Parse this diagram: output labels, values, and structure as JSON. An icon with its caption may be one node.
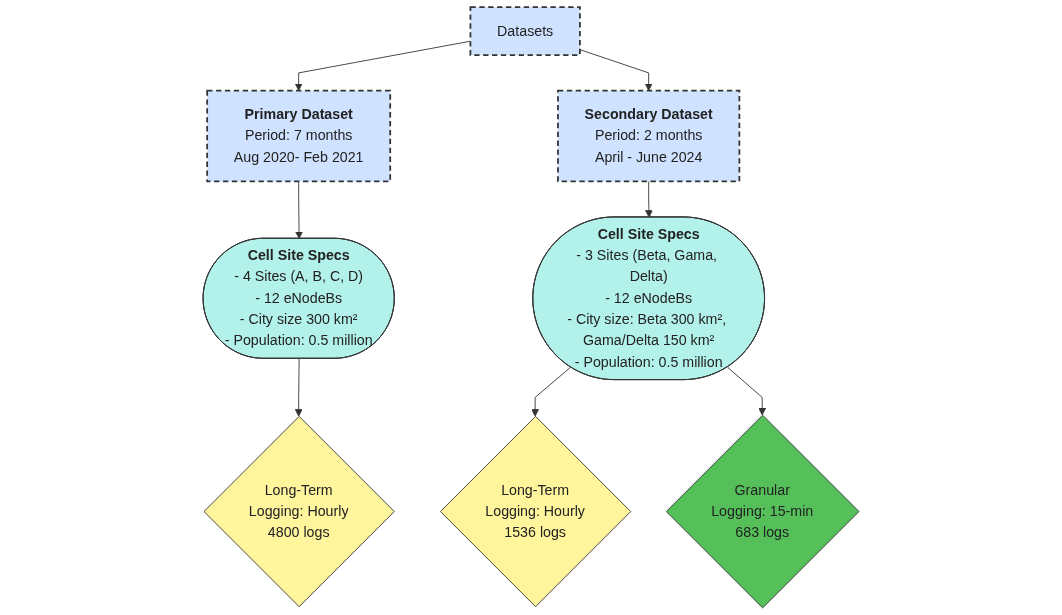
{
  "diagram": {
    "nodes": [
      {
        "text": [
          "Datasets"
        ]
      },
      {
        "text": [
          "Primary Dataset",
          "Period: 7 months",
          "Aug 2020- Feb 2021"
        ]
      },
      {
        "text": [
          "Secondary Dataset",
          "Period: 2 months",
          "April - June 2024"
        ]
      },
      {
        "text": [
          "Cell Site Specs",
          "- 4 Sites (A, B, C, D)",
          "- 12 eNodeBs",
          "- City size 300 km²",
          "- Population: 0.5 million"
        ]
      },
      {
        "text": [
          "Cell Site Specs",
          "- 3 Sites (Beta, Gama, Delta)",
          "- 12 eNodeBs",
          "- City size: Beta 300 km², Gama/Delta 150 km²",
          "- Population: 0.5 million"
        ]
      },
      {
        "text": [
          "Long-Term",
          "Logging: Hourly",
          "4800 logs"
        ]
      },
      {
        "text": [
          "Long-Term",
          "Logging: Hourly",
          "1536 logs"
        ]
      },
      {
        "text": [
          "Granular",
          "Logging: 15-min",
          "683 logs"
        ]
      }
    ],
    "edges": [
      {
        "from": 0,
        "to": 1,
        "arrow": "to"
      },
      {
        "from": 0,
        "to": 2,
        "arrow": "to"
      },
      {
        "from": 1,
        "to": 3,
        "arrow": "to"
      },
      {
        "from": 2,
        "to": 4,
        "arrow": "to"
      },
      {
        "from": 3,
        "to": 5,
        "arrow": "to"
      },
      {
        "from": 4,
        "to": 6,
        "arrow": "to"
      },
      {
        "from": 4,
        "to": 7,
        "arrow": "to"
      }
    ]
  }
}
